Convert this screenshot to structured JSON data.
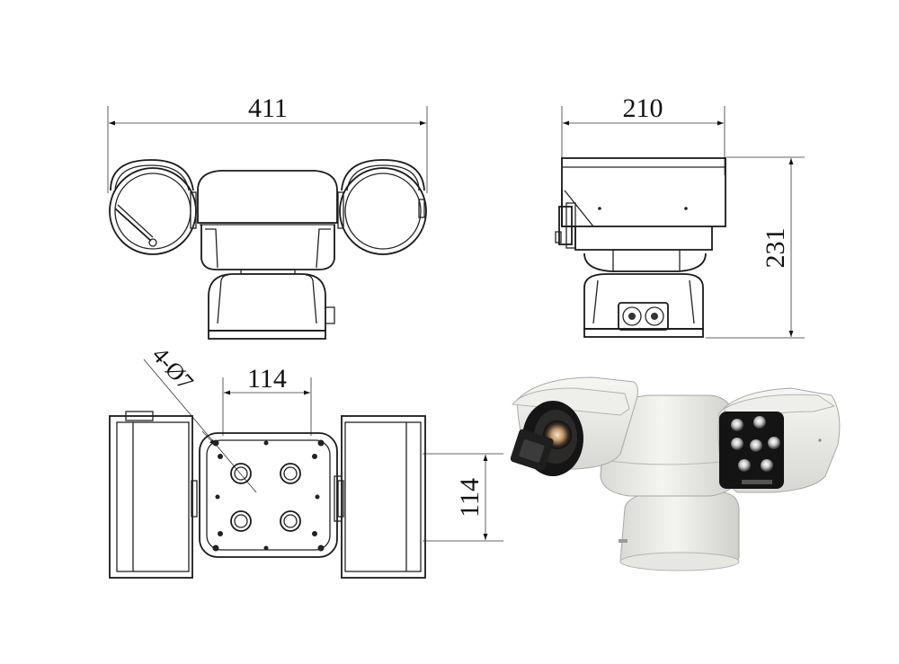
{
  "dimensions": {
    "front_width": "411",
    "side_depth": "210",
    "side_height": "231",
    "bottom_width": "114",
    "bottom_height": "114",
    "hole_note": "4-Ø7"
  }
}
